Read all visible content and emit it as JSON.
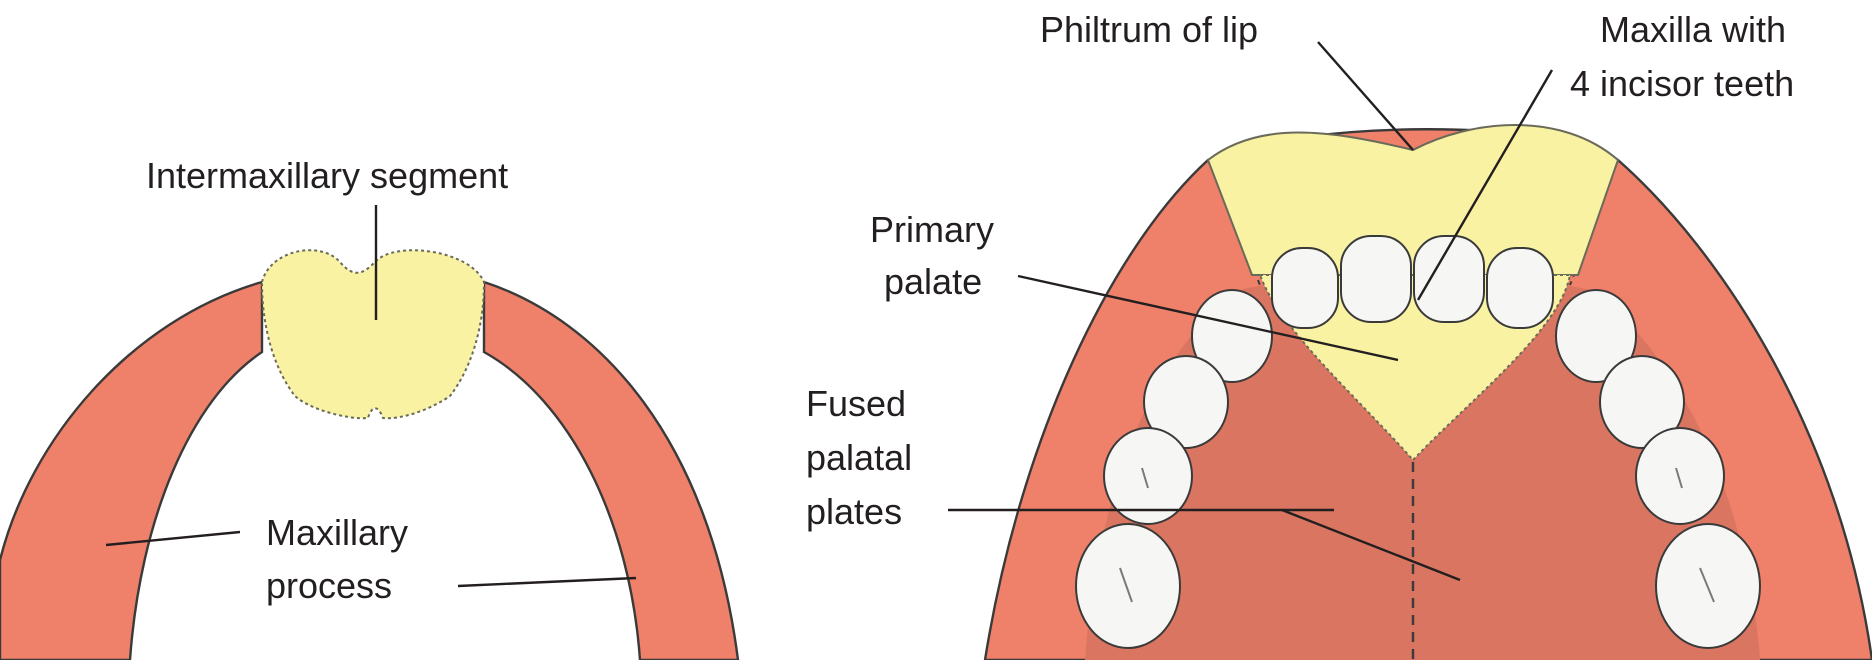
{
  "left_diagram": {
    "labels": {
      "intermaxillary_segment": "Intermaxillary segment",
      "maxillary": "Maxillary",
      "process": "process"
    },
    "colors": {
      "process": "#ef8069",
      "segment": "#f8f2a2"
    }
  },
  "right_diagram": {
    "labels": {
      "philtrum": "Philtrum of lip",
      "maxilla_line1": "Maxilla with",
      "maxilla_line2": "4 incisor teeth",
      "primary_line1": "Primary",
      "primary_line2": "palate",
      "fused_line1": "Fused",
      "fused_line2": "palatal",
      "fused_line3": "plates"
    },
    "colors": {
      "arch": "#ef8069",
      "lip": "#f8f2a2",
      "palate": "#d97560",
      "teeth": "#f6f6f4"
    }
  }
}
